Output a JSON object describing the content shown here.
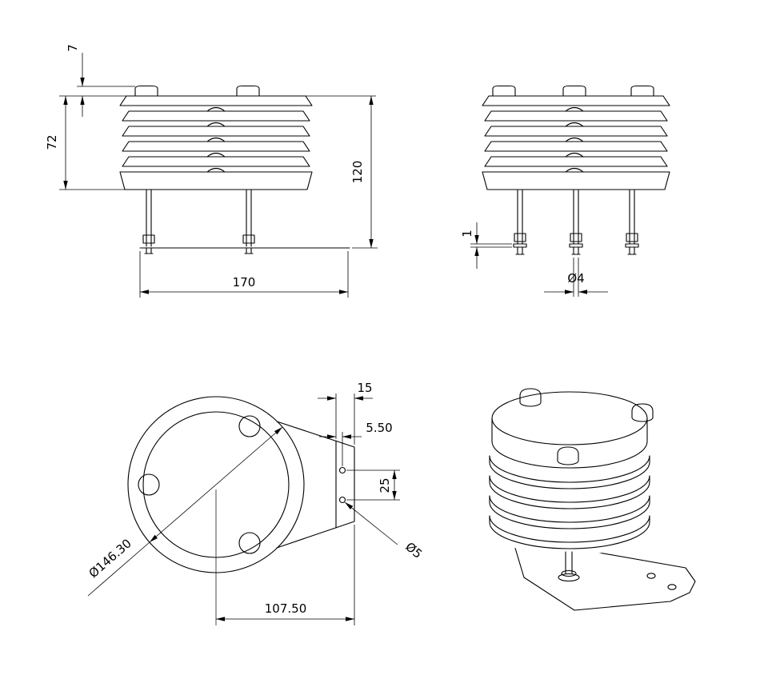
{
  "drawing": {
    "background": "#ffffff",
    "line_color": "#000000",
    "front_view": {
      "cap_height": "7",
      "louver_stack_height": "72",
      "overall_height": "120",
      "base_width": "170"
    },
    "side_view": {
      "washer_thickness": "1",
      "rod_diameter": "Ø4"
    },
    "bottom_view": {
      "tab_width": "15",
      "hole_offset": "5.50",
      "hole_spacing": "25",
      "outer_diameter": "Ø146.30",
      "small_hole_diameter": "Ø5",
      "center_to_edge": "107.50"
    }
  }
}
